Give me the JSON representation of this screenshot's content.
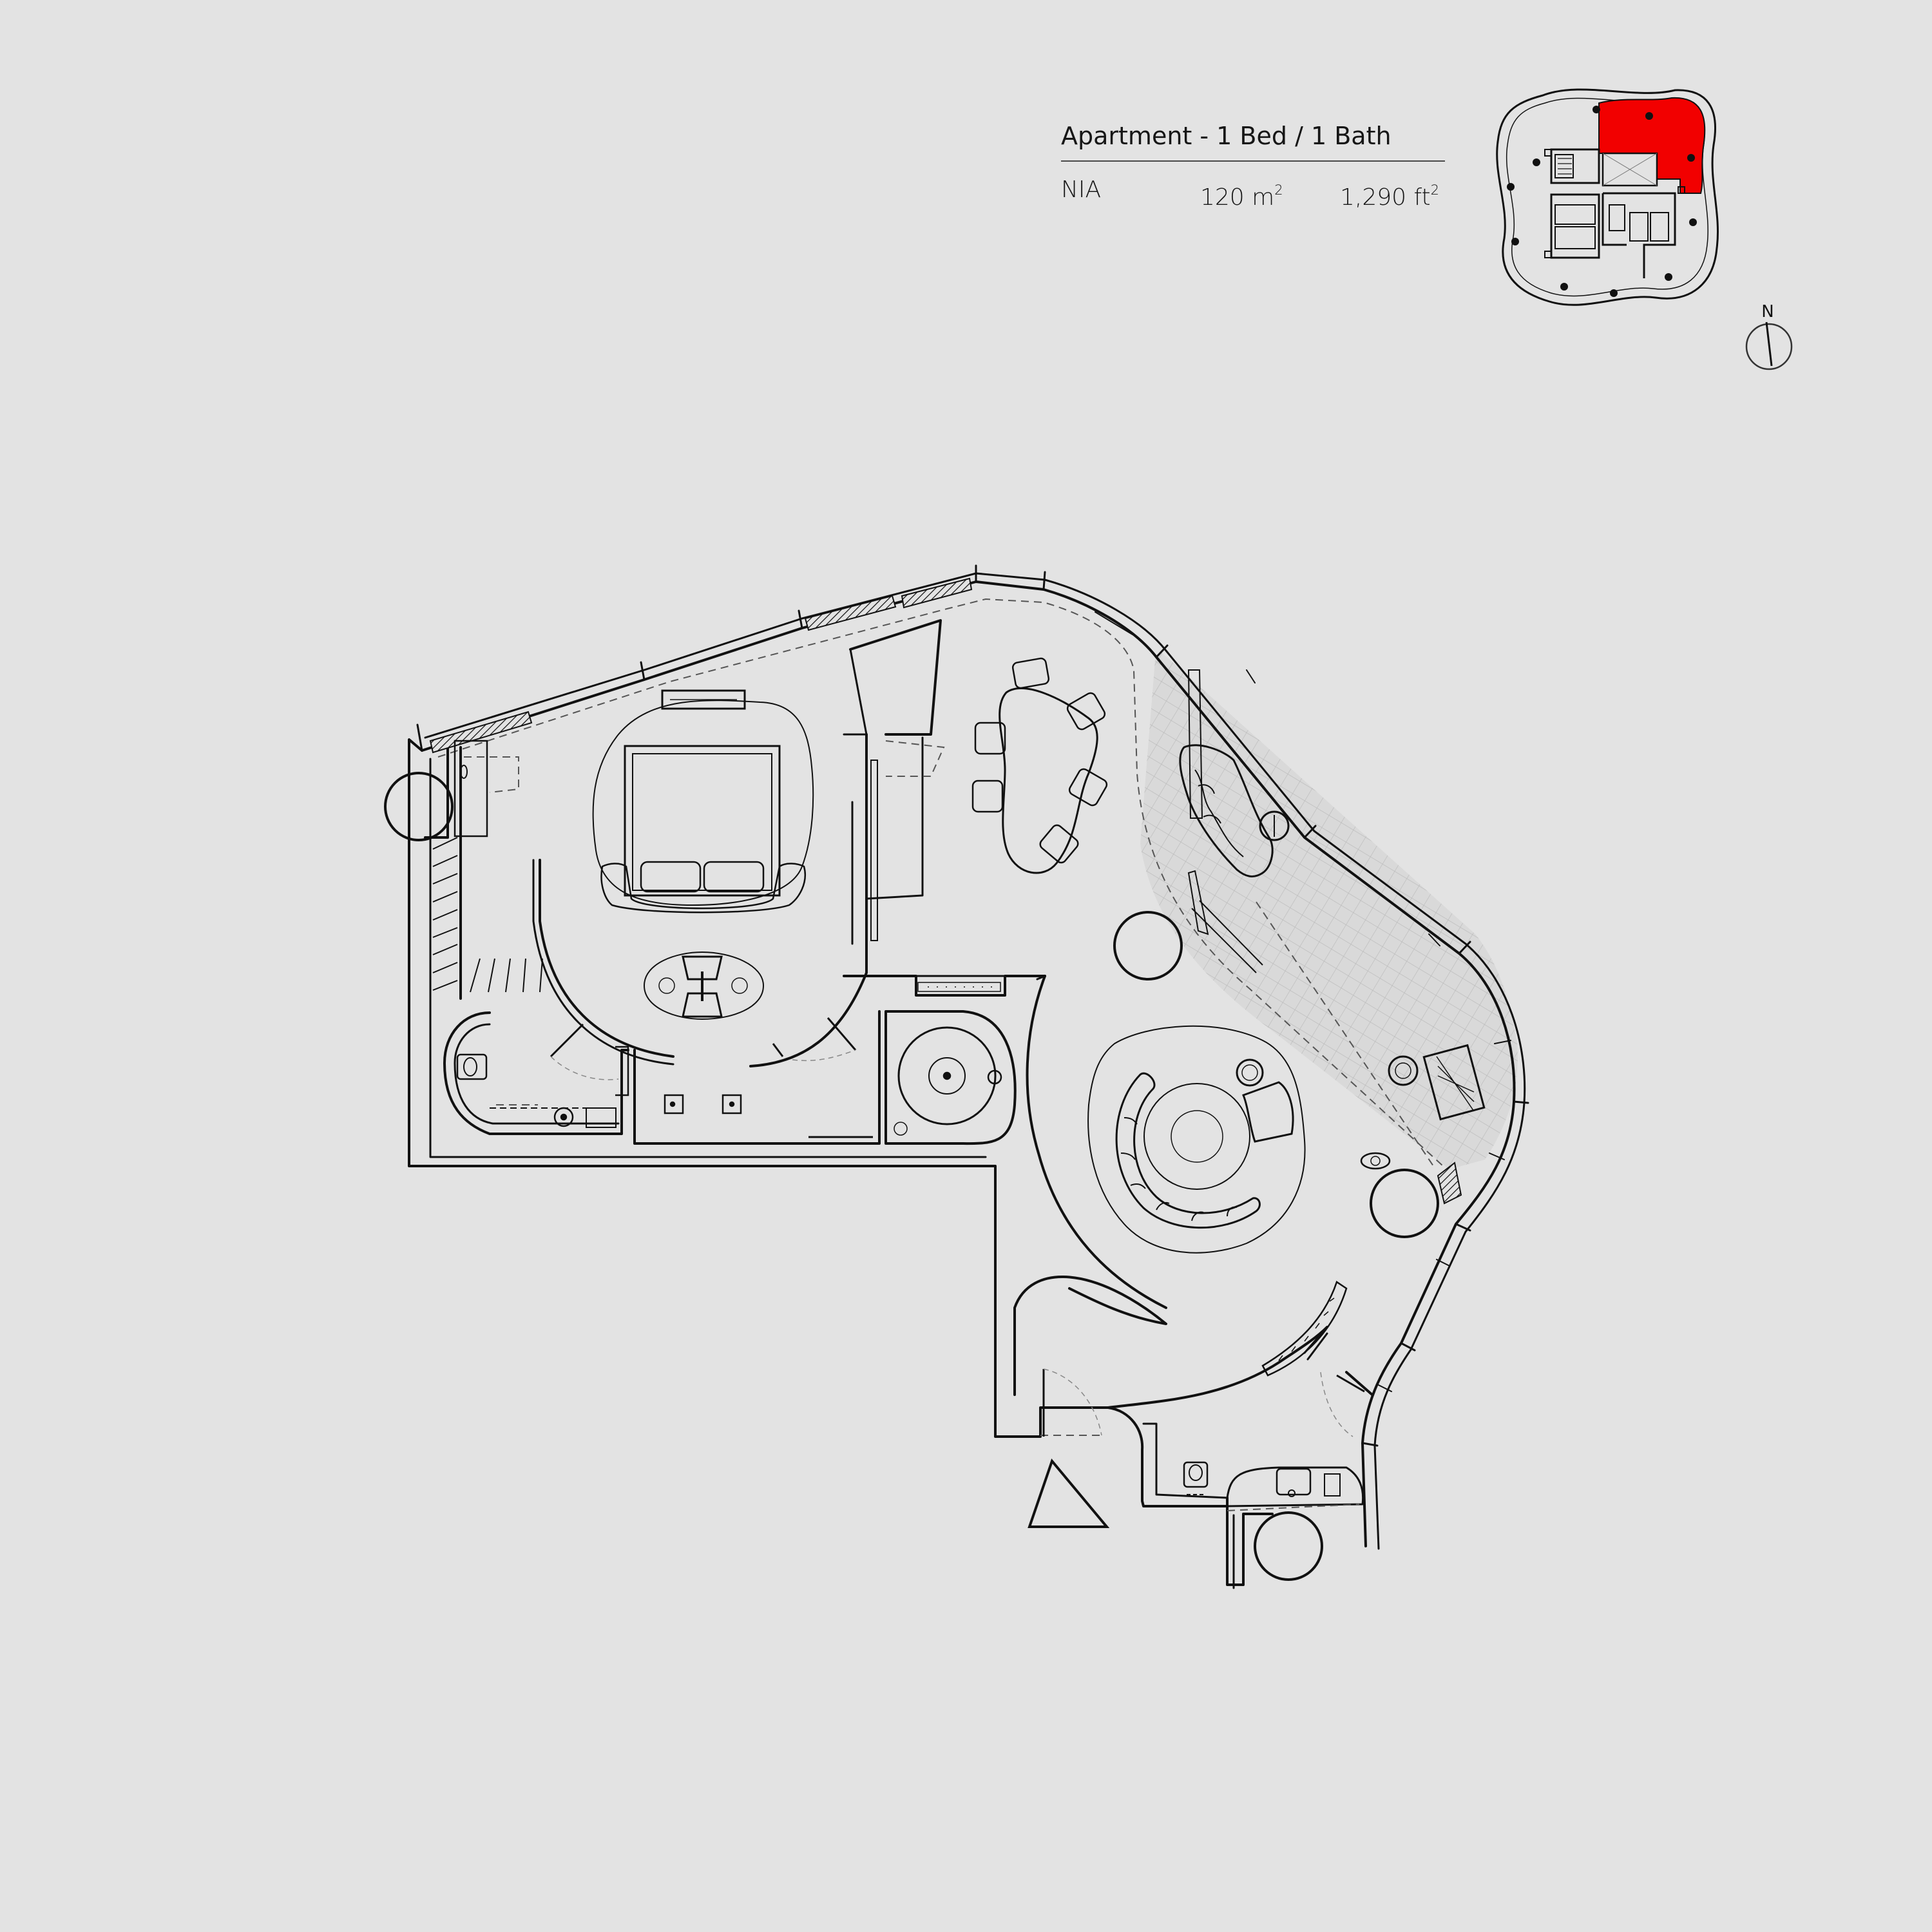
{
  "unit": {
    "title": "Apartment - 1 Bed / 1 Bath",
    "area_label": "NIA",
    "area_m2": "120 m",
    "area_ft2": "1,290 ft",
    "area_exponent": "2"
  },
  "compass": {
    "label": "N"
  },
  "colors": {
    "background": "#e3e3e3",
    "ink": "#111111",
    "highlight": "#f20000",
    "terrace_fill": "#d9d9d9"
  },
  "icons": [
    "compass-icon",
    "entrance-triangle-icon",
    "key-plan-icon"
  ]
}
